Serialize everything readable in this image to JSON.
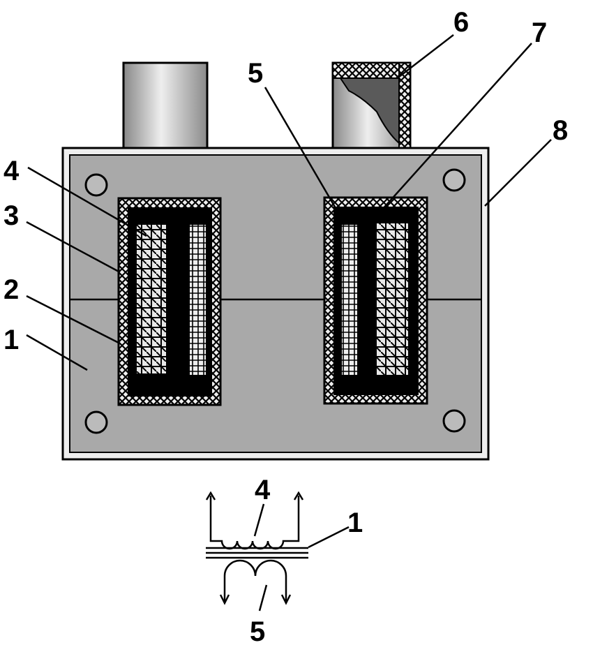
{
  "figure": {
    "labels": {
      "core": "1",
      "insulation": "2",
      "casing_wall": "3",
      "primary_winding": "4",
      "secondary_winding": "5",
      "terminal_sleeve": "6",
      "filling": "7",
      "housing": "8"
    },
    "schematic_labels": {
      "primary": "4",
      "core": "1",
      "secondary": "5"
    }
  }
}
